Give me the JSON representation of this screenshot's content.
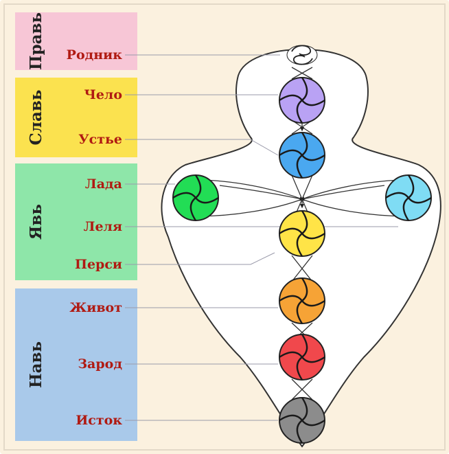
{
  "colors": {
    "background": "#fbf1df",
    "frame": "#e3d9c8",
    "body_fill": "#ffffff",
    "body_stroke": "#333333",
    "label_red": "#b01a12",
    "zone_text": "#222222"
  },
  "zones": [
    {
      "name": "Правь",
      "color": "#f7c6d6"
    },
    {
      "name": "Славь",
      "color": "#fbe24f"
    },
    {
      "name": "Явь",
      "color": "#8ee6a9"
    },
    {
      "name": "Навь",
      "color": "#a9c9ea"
    }
  ],
  "chakras": [
    {
      "label": "Родник",
      "color": "#ffffff",
      "icon": "spiral-crown-icon"
    },
    {
      "label": "Чело",
      "color": "#b9a2f4"
    },
    {
      "label": "Устье",
      "color": "#4aa8f0"
    },
    {
      "label": "Лада",
      "color": "#22dd55"
    },
    {
      "label": "Леля",
      "color": "#ffe447"
    },
    {
      "label": "Перси",
      "color": "#ffffff"
    },
    {
      "label": "Живот",
      "color": "#f6a336"
    },
    {
      "label": "Зарод",
      "color": "#f0484c"
    },
    {
      "label": "Исток",
      "color": "#8c8c8c"
    },
    {
      "label": "",
      "color": "#7fdcf4"
    }
  ]
}
